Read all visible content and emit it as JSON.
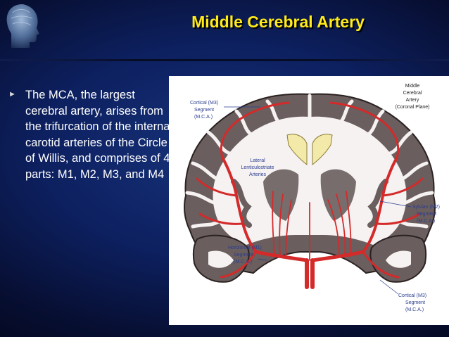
{
  "slide": {
    "title": "Middle Cerebral Artery",
    "bullet": "The MCA, the largest cerebral artery, arises from the trifurcation of the internal carotid arteries of the Circle of Willis, and comprises of 4 parts: M1, M2, M3, and M4"
  },
  "figure": {
    "title_lines": [
      "Middle",
      "Cerebral",
      "Artery",
      "(Coronal Plane)"
    ],
    "labels": {
      "cortical_top": [
        "Cortical (M3)",
        "Segment",
        "(M.C.A.)"
      ],
      "lenticulostriate": [
        "Lateral",
        "Lenticulostriate",
        "Arteries"
      ],
      "sylvian": [
        "Sylvian (M2)",
        "Segment",
        "(M.C.A.)"
      ],
      "horizontal": [
        "Horizontal (M1)",
        "Segment",
        "(M.C.A.)"
      ],
      "cortical_bottom": [
        "Cortical (M3)",
        "Segment",
        "(M.C.A.)"
      ]
    }
  },
  "colors": {
    "title": "#ffeb1a",
    "artery": "#d42a2a",
    "cortex": "#6a5e5e",
    "label_blue": "#2a3d8f"
  }
}
